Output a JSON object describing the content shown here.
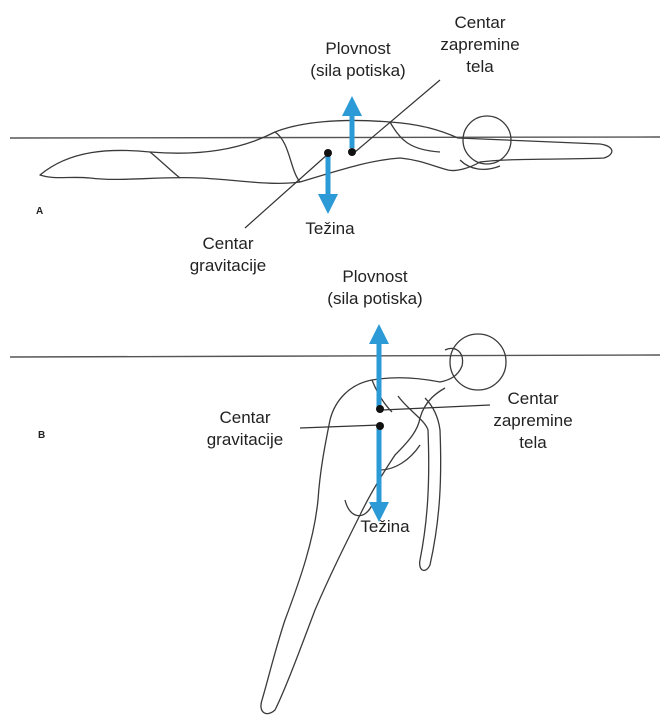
{
  "colors": {
    "force_arrow": "#2b9ad6",
    "outline": "#3a3a3a",
    "water_line": "#555555",
    "point": "#111111"
  },
  "diagram_a": {
    "tag": "A",
    "buoyancy_label": [
      "Plovnost",
      "(sila potiska)"
    ],
    "center_volume_label": [
      "Centar",
      "zapremine",
      "tela"
    ],
    "weight_label": "Težina",
    "center_gravity_label": [
      "Centar",
      "gravitacije"
    ]
  },
  "diagram_b": {
    "tag": "B",
    "buoyancy_label": [
      "Plovnost",
      "(sila potiska)"
    ],
    "center_volume_label": [
      "Centar",
      "zapremine",
      "tela"
    ],
    "weight_label": "Težina",
    "center_gravity_label": [
      "Centar",
      "gravitacije"
    ]
  }
}
